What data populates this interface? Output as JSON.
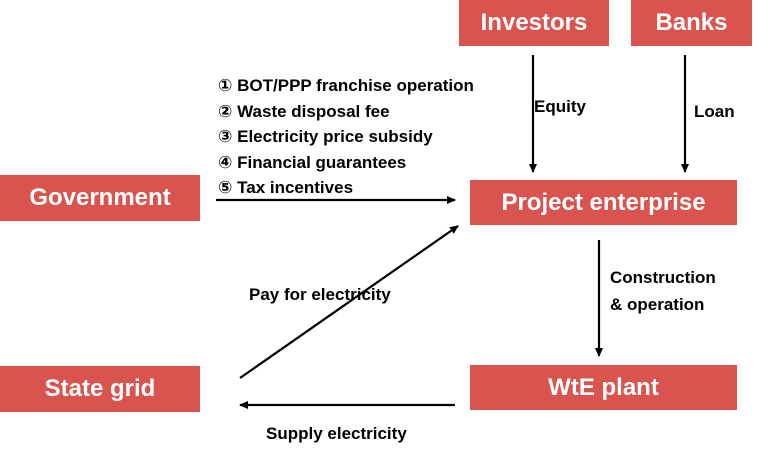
{
  "nodes": {
    "investors": "Investors",
    "banks": "Banks",
    "government": "Government",
    "project": "Project enterprise",
    "state_grid": "State grid",
    "wte_plant": "WtE plant"
  },
  "edge_labels": {
    "equity": "Equity",
    "loan": "Loan",
    "construction_line1": "Construction",
    "construction_line2": "& operation",
    "pay": "Pay for electricity",
    "supply": "Supply electricity"
  },
  "government_policies": [
    "① BOT/PPP franchise operation",
    "② Waste disposal  fee",
    "③ Electricity price subsidy",
    "④ Financial guarantees",
    "⑤ Tax incentives"
  ],
  "colors": {
    "node_fill": "#d9534f",
    "node_text": "#ffffff",
    "arrow": "#000000"
  }
}
